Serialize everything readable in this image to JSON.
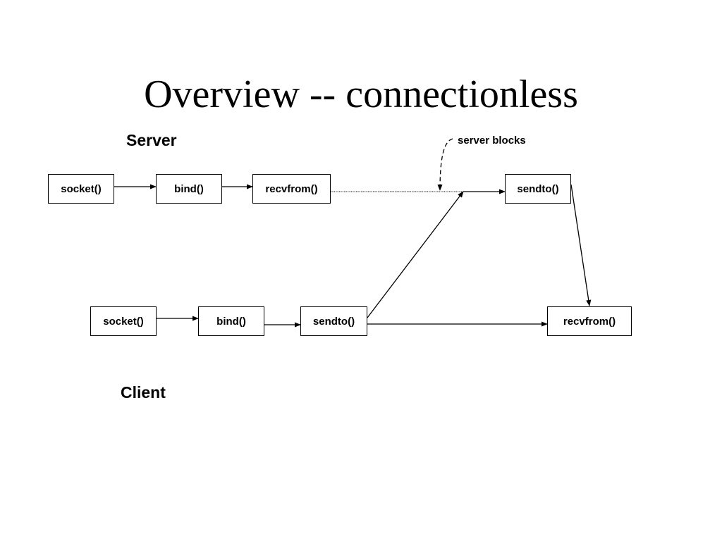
{
  "title": "Overview -- connectionless",
  "server": {
    "label": "Server",
    "calls": [
      "socket()",
      "bind()",
      "recvfrom()",
      "sendto()"
    ]
  },
  "client": {
    "label": "Client",
    "calls": [
      "socket()",
      "bind()",
      "sendto()",
      "recvfrom()"
    ]
  },
  "annotation": "server blocks",
  "colors": {
    "line": "#000000",
    "background": "#ffffff"
  }
}
